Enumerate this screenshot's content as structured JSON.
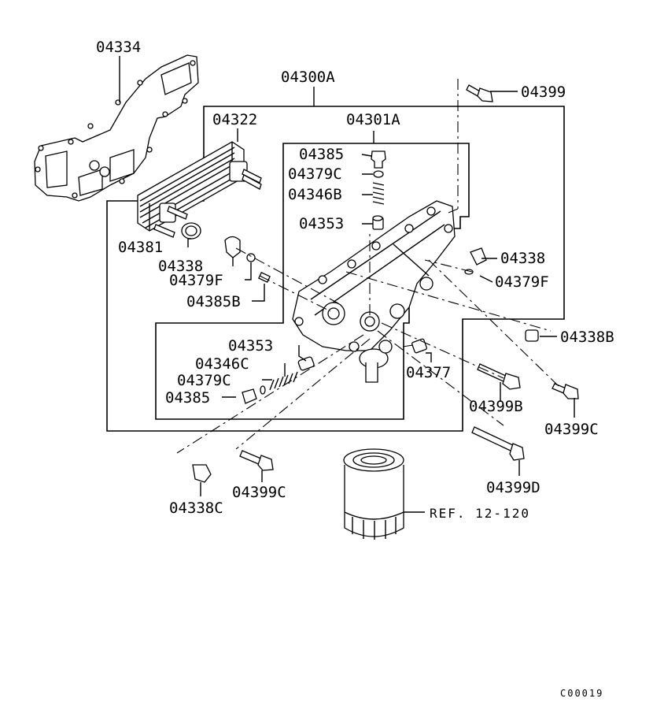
{
  "labels": {
    "p04334": "04334",
    "p04300A": "04300A",
    "p04399": "04399",
    "p04322": "04322",
    "p04301A": "04301A",
    "p04385_top": "04385",
    "p04379C_top": "04379C",
    "p04346B": "04346B",
    "p04353_top": "04353",
    "p04381": "04381",
    "p04338_left": "04338",
    "p04379F_left": "04379F",
    "p04385B": "04385B",
    "p04338_right": "04338",
    "p04379F_right": "04379F",
    "p04338B": "04338B",
    "p04353_low": "04353",
    "p04346C": "04346C",
    "p04379C_low": "04379C",
    "p04385_low": "04385",
    "p04377": "04377",
    "p04399B": "04399B",
    "p04399C_right": "04399C",
    "p04338C": "04338C",
    "p04399C_low": "04399C",
    "p04399D": "04399D",
    "ref": "REF. 12-120",
    "diagram_code": "C00019"
  }
}
